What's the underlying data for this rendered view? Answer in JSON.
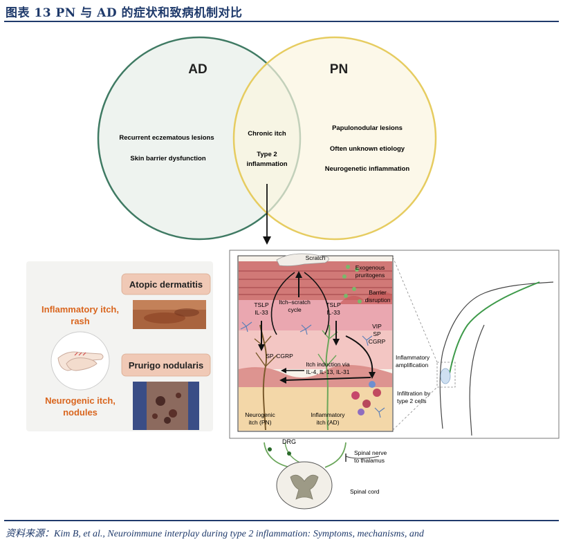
{
  "header": {
    "title": "图表 13   PN 与 AD 的症状和致病机制对比"
  },
  "venn": {
    "ad_title": "AD",
    "pn_title": "PN",
    "ad_items": [
      "Recurrent eczematous lesions",
      "Skin barrier dysfunction"
    ],
    "overlap_items": [
      "Chronic itch",
      "Type 2",
      "inflammation"
    ],
    "pn_items": [
      "Papulonodular lesions",
      "Often unknown etiology",
      "Neurogenetic inflammation"
    ]
  },
  "left_panel": {
    "ad_label": "Atopic dermatitis",
    "pn_label": "Prurigo nodularis",
    "inflammatory_itch": [
      "Inflammatory itch,",
      "rash"
    ],
    "neurogenic_itch": [
      "Neurogenic itch,",
      "nodules"
    ]
  },
  "skin_diagram": {
    "scratch": "Scratch",
    "exogenous": [
      "Exogenous",
      "pruritogens"
    ],
    "barrier": [
      "Barrier",
      "disruption"
    ],
    "itch_cycle": [
      "Itch–scratch",
      "cycle"
    ],
    "tslp_left": [
      "TSLP",
      "IL-33"
    ],
    "tslp_right": [
      "TSLP",
      "IL-33"
    ],
    "vip": [
      "VIP",
      "SP",
      "CGRP"
    ],
    "sp_cgrp": "SP, CGRP",
    "itch_induction": [
      "Itch induction via",
      "IL-4, IL-13, IL-31"
    ],
    "inflammatory_amp": [
      "Inflammatory",
      "amplification"
    ],
    "infiltration": [
      "Infiltration by",
      "type 2 cells"
    ],
    "neurogenic_pn": [
      "Neurogenic",
      "itch (PN)"
    ],
    "inflammatory_ad": [
      "Inflammatory",
      "itch (AD)"
    ],
    "drg": "DRG",
    "spinal_nerve": [
      "Spinal nerve",
      "to thalamus"
    ],
    "spinal_cord": "Spinal cord"
  },
  "colors": {
    "ad_circle": "#3f7a63",
    "pn_circle": "#e6cc60",
    "accent_orange": "#d9651e",
    "label_bg": "#f0c9b6",
    "brand_blue": "#1f3a6b"
  },
  "footer": {
    "source": "资料来源：Kim B, et al., Neuroimmune interplay during type 2 inflammation: Symptoms, mechanisms, and"
  }
}
